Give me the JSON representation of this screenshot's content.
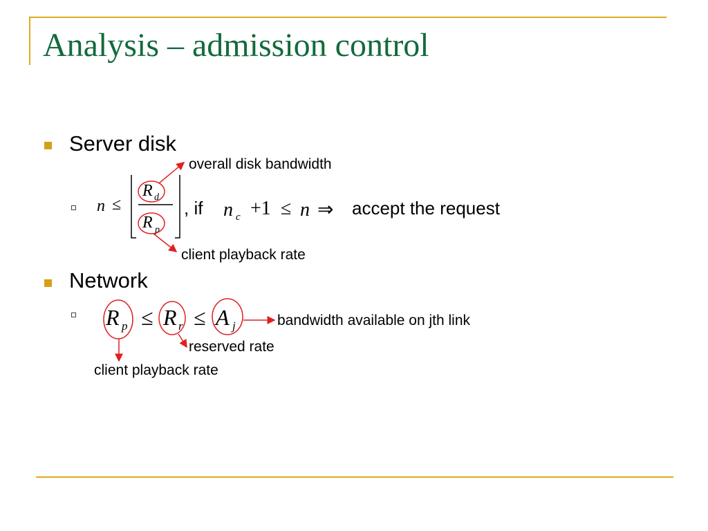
{
  "title": "Analysis – admission control",
  "colors": {
    "title": "#136a3c",
    "frame": "#e0a81e",
    "bullet": "#d4a017",
    "annotation": "#e02020"
  },
  "sections": [
    {
      "heading": "Server disk",
      "formula": {
        "n": "n",
        "leq": "≤",
        "numerator": "R",
        "numerator_sub": "d",
        "denominator": "R",
        "denominator_sub": "p",
        "if_text": ", if",
        "nc": "n",
        "nc_sub": "c",
        "plus_one": "+1",
        "leq2": "≤",
        "n2": "n",
        "implies": "⇒",
        "result": "accept the request"
      },
      "annotations": {
        "top": "overall disk bandwidth",
        "bottom": "client playback rate"
      }
    },
    {
      "heading": "Network",
      "formula": {
        "rp": "R",
        "rp_sub": "p",
        "leq1": "≤",
        "rr": "R",
        "rr_sub": "r",
        "leq2": "≤",
        "aj": "A",
        "aj_sub": "j"
      },
      "annotations": {
        "right": "bandwidth available on jth link",
        "middle": "reserved rate",
        "bottom": "client playback rate"
      }
    }
  ]
}
